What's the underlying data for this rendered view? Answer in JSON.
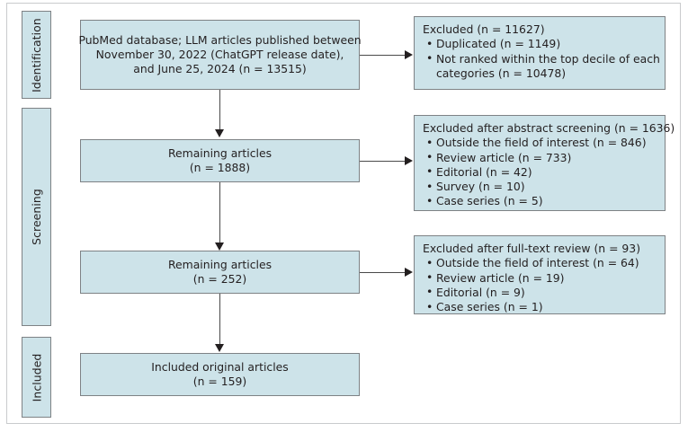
{
  "diagram": {
    "type": "prisma-flow-diagram",
    "colors": {
      "box_fill": "#cde3e9",
      "box_border": "#7e8285",
      "text": "#231f20",
      "connector": "#4a4a4a",
      "frame_border": "#c9cbcd",
      "background": "#ffffff"
    },
    "stages": [
      {
        "id": "identification",
        "label": "Identification"
      },
      {
        "id": "screening",
        "label": "Screening"
      },
      {
        "id": "included",
        "label": "Included"
      }
    ],
    "flow_boxes": [
      {
        "id": "records-identified",
        "lines": [
          "PubMed database; LLM articles published between",
          "November 30, 2022 (ChatGPT release date),",
          "and June 25, 2024 (n = 13515)"
        ]
      },
      {
        "id": "remaining-after-dedup",
        "lines": [
          "Remaining articles",
          "(n = 1888)"
        ]
      },
      {
        "id": "remaining-after-abstract",
        "lines": [
          "Remaining articles",
          "(n = 252)"
        ]
      },
      {
        "id": "included-original",
        "lines": [
          "Included original articles",
          "(n = 159)"
        ]
      }
    ],
    "excluded_boxes": [
      {
        "id": "excluded-identification",
        "title": "Excluded (n = 11627)",
        "items": [
          {
            "text": "Duplicated (n = 1149)",
            "cont": ""
          },
          {
            "text": "Not ranked within the top decile of each",
            "cont": "categories (n = 10478)"
          }
        ]
      },
      {
        "id": "excluded-abstract-screening",
        "title": "Excluded after abstract screening (n = 1636)",
        "items": [
          {
            "text": "Outside the field of interest (n = 846)",
            "cont": ""
          },
          {
            "text": "Review article (n = 733)",
            "cont": ""
          },
          {
            "text": "Editorial (n = 42)",
            "cont": ""
          },
          {
            "text": "Survey (n = 10)",
            "cont": ""
          },
          {
            "text": "Case series (n = 5)",
            "cont": ""
          }
        ]
      },
      {
        "id": "excluded-full-text-review",
        "title": "Excluded after full-text review (n = 93)",
        "items": [
          {
            "text": "Outside the field of interest (n = 64)",
            "cont": ""
          },
          {
            "text": "Review article (n = 19)",
            "cont": ""
          },
          {
            "text": "Editorial (n = 9)",
            "cont": ""
          },
          {
            "text": "Case series (n = 1)",
            "cont": ""
          }
        ]
      }
    ],
    "bullet_glyph": "•"
  }
}
